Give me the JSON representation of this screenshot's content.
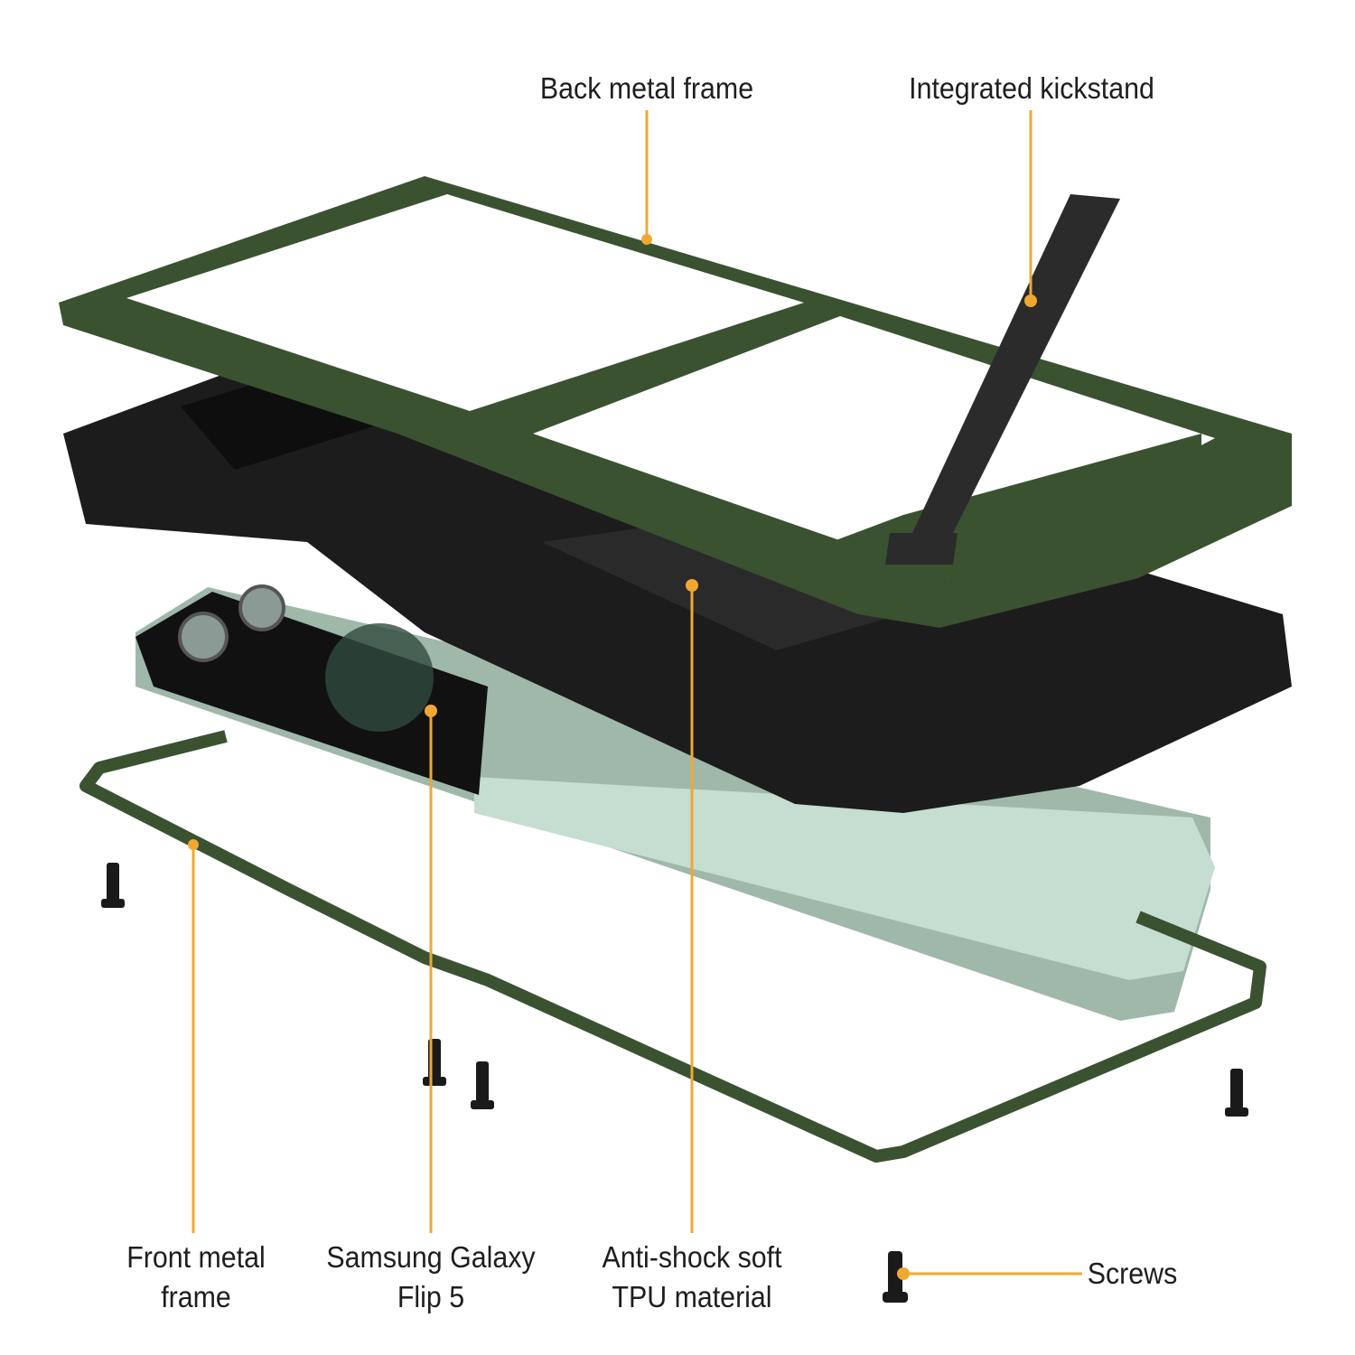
{
  "labels": {
    "back_frame": "Back metal frame",
    "kickstand": "Integrated kickstand",
    "front_frame_line1": "Front metal",
    "front_frame_line2": "frame",
    "phone_line1": "Samsung Galaxy",
    "phone_line2": "Flip 5",
    "tpu_line1": "Anti-shock soft",
    "tpu_line2": "TPU material",
    "screws": "Screws"
  },
  "colors": {
    "leader": "#f0a830",
    "frame_green": "#3a5230",
    "tpu_black": "#1c1c1c",
    "phone_green": "#b9d6c8",
    "text": "#1e1e1e"
  }
}
